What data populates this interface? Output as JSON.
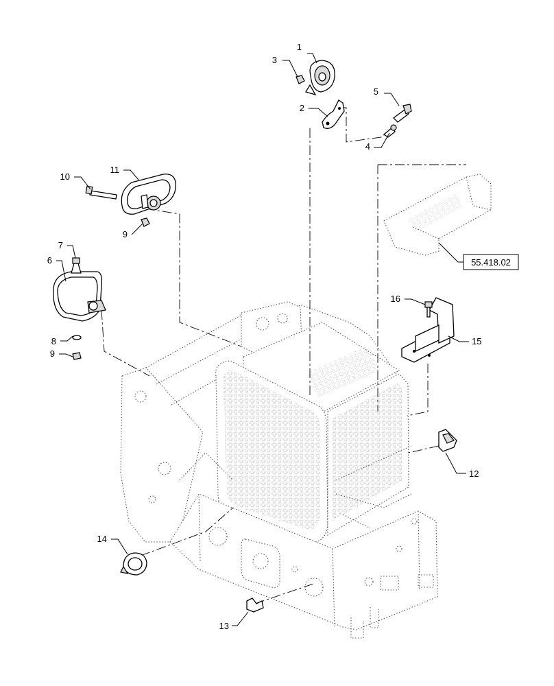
{
  "callouts": [
    {
      "id": "c1",
      "text": "1"
    },
    {
      "id": "c2",
      "text": "2"
    },
    {
      "id": "c3",
      "text": "3"
    },
    {
      "id": "c4",
      "text": "4"
    },
    {
      "id": "c5",
      "text": "5"
    },
    {
      "id": "c6",
      "text": "6"
    },
    {
      "id": "c7",
      "text": "7"
    },
    {
      "id": "c8",
      "text": "8"
    },
    {
      "id": "c9a",
      "text": "9"
    },
    {
      "id": "c9b",
      "text": "9"
    },
    {
      "id": "c10",
      "text": "10"
    },
    {
      "id": "c11",
      "text": "11"
    },
    {
      "id": "c12",
      "text": "12"
    },
    {
      "id": "c13",
      "text": "13"
    },
    {
      "id": "c14",
      "text": "14"
    },
    {
      "id": "c15",
      "text": "15"
    },
    {
      "id": "c16",
      "text": "16"
    }
  ],
  "reference": {
    "text": "55.418.02"
  },
  "icons": {
    "chassis": "loader-chassis-outline",
    "horn": "horn-icon",
    "work_lamp": "work-lamp-icon",
    "tail_lamp": "tail-lamp-icon",
    "bracket": "bracket-icon",
    "connector": "connector-icon",
    "clamp": "clamp-icon",
    "grommet": "grommet-icon"
  }
}
